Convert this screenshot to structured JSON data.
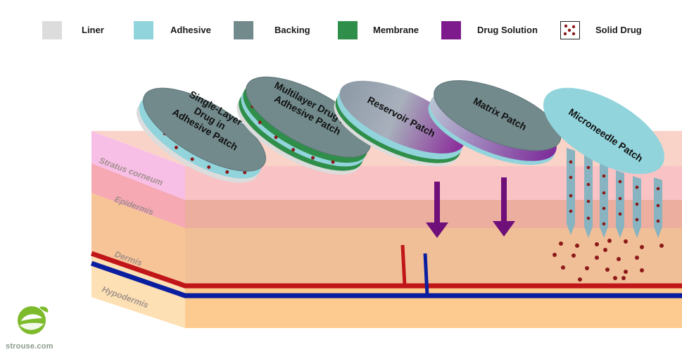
{
  "legend": [
    {
      "label": "Liner",
      "color": "#dcdcdc"
    },
    {
      "label": "Adhesive",
      "color": "#92d4dc"
    },
    {
      "label": "Backing",
      "color": "#728a8c"
    },
    {
      "label": "Membrane",
      "color": "#2f8f4a"
    },
    {
      "label": "Drug Solution",
      "color": "#7d1b8c"
    },
    {
      "label": "Solid Drug",
      "color": "#ffffff",
      "dot_color": "#8b1a1a"
    }
  ],
  "skin_layers": [
    {
      "label": "Stratus corneum"
    },
    {
      "label": "Epidermis"
    },
    {
      "label": "Dermis"
    },
    {
      "label": "Hypodermis"
    }
  ],
  "patches": [
    {
      "label_lines": [
        "Single-Layer",
        "Drug in",
        "Adhesive Patch"
      ]
    },
    {
      "label_lines": [
        "Multilayer Drug in",
        "Adhesive Patch"
      ]
    },
    {
      "label_lines": [
        "Reservoir Patch"
      ]
    },
    {
      "label_lines": [
        "Matrix Patch"
      ]
    },
    {
      "label_lines": [
        "Microneedle Patch"
      ]
    }
  ],
  "colors": {
    "stratum": "#f8bfe0",
    "epidermis": "#f2a9ae",
    "dermis": "#f7c497",
    "hypodermis": "#fde0b4",
    "artery": "#c0161a",
    "vein": "#0a1fa0",
    "arrow": "#6e0f7a",
    "drug_dot": "#8b1a1a",
    "brand_green": "#7dbb2c"
  },
  "brand": {
    "name": "strouse.com"
  }
}
